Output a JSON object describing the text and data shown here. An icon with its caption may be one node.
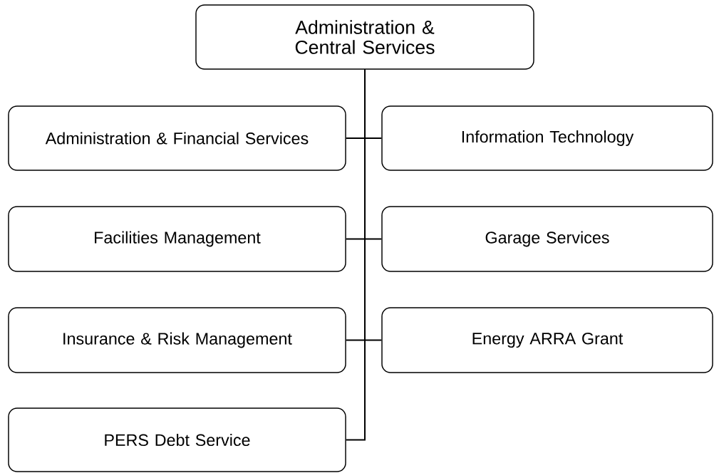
{
  "diagram": {
    "nodes": [
      {
        "text": [
          "Administration & Central Services"
        ]
      },
      {
        "text": [
          "Administration & Financial Services"
        ]
      },
      {
        "text": [
          "Information Technology"
        ]
      },
      {
        "text": [
          "Facilities Management"
        ]
      },
      {
        "text": [
          "Garage Services"
        ]
      },
      {
        "text": [
          "Insurance & Risk Management"
        ]
      },
      {
        "text": [
          "Energy ARRA Grant"
        ]
      },
      {
        "text": [
          "PERS Debt Service"
        ]
      }
    ],
    "edges": [
      {
        "from": 0,
        "to": 1,
        "arrow": "none"
      },
      {
        "from": 0,
        "to": 2,
        "arrow": "none"
      },
      {
        "from": 0,
        "to": 3,
        "arrow": "none"
      },
      {
        "from": 0,
        "to": 4,
        "arrow": "none"
      },
      {
        "from": 0,
        "to": 5,
        "arrow": "none"
      },
      {
        "from": 0,
        "to": 6,
        "arrow": "none"
      },
      {
        "from": 0,
        "to": 7,
        "arrow": "none"
      }
    ]
  }
}
